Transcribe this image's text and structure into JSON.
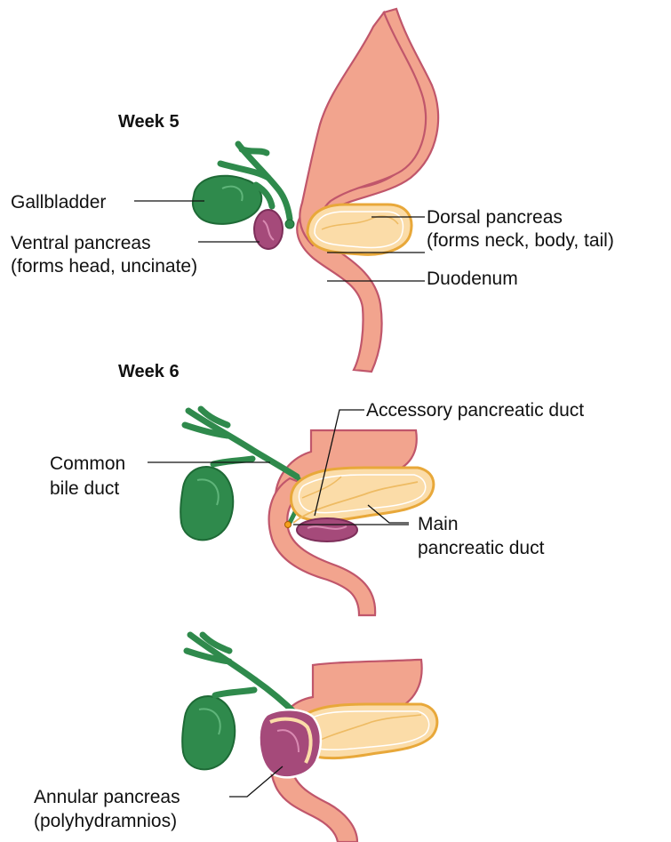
{
  "panels": {
    "week5": {
      "heading": "Week 5",
      "labels": {
        "gallbladder": "Gallbladder",
        "ventral_pancreas": "Ventral pancreas",
        "ventral_pancreas_note": "(forms head, uncinate)",
        "dorsal_pancreas": "Dorsal pancreas",
        "dorsal_pancreas_note": "(forms neck, body, tail)",
        "duodenum": "Duodenum"
      }
    },
    "week6": {
      "heading": "Week 6",
      "labels": {
        "common_bile_duct_line1": "Common",
        "common_bile_duct_line2": "bile duct",
        "accessory_duct": "Accessory pancreatic duct",
        "main_duct_line1": "Main",
        "main_duct_line2": "pancreatic duct"
      }
    },
    "annular": {
      "labels": {
        "annular_line1": "Annular pancreas",
        "annular_line2": "(polyhydramnios)"
      }
    }
  },
  "colors": {
    "stomach_fill": "#f2a48e",
    "stomach_stroke": "#c0566b",
    "biliary_fill": "#2f8a4c",
    "biliary_stroke": "#1e6a36",
    "pancreas_fill": "#fbdca8",
    "pancreas_stroke": "#e8a83a",
    "ventral_fill": "#a54a7a",
    "ventral_stroke": "#7d2f5a"
  }
}
